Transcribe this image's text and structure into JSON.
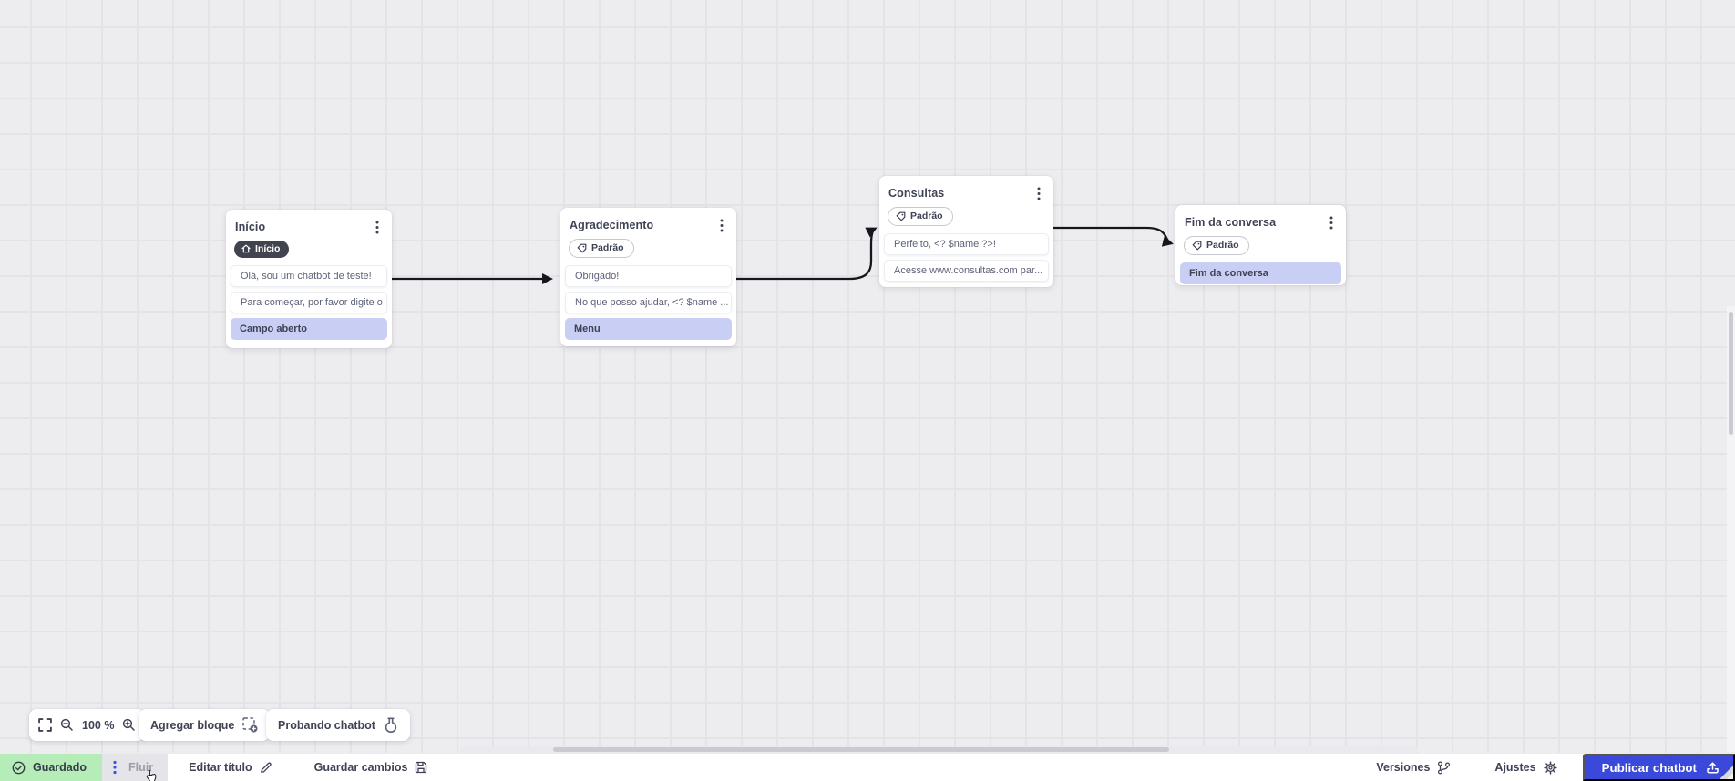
{
  "canvas": {
    "nodes": [
      {
        "title": "Início",
        "badge": {
          "icon": "home-icon",
          "label": "Início",
          "style": "dark"
        },
        "items": [
          {
            "text": "Olá, sou um chatbot de teste!",
            "type": "message"
          },
          {
            "text": "Para começar, por favor digite o ...",
            "type": "message"
          },
          {
            "text": "Campo aberto",
            "type": "action"
          }
        ]
      },
      {
        "title": "Agradecimento",
        "badge": {
          "icon": "tag-icon",
          "label": "Padrão",
          "style": "outline"
        },
        "items": [
          {
            "text": "Obrigado!",
            "type": "message"
          },
          {
            "text": "No que posso ajudar, <? $name ...",
            "type": "message"
          },
          {
            "text": "Menu",
            "type": "action"
          }
        ]
      },
      {
        "title": "Consultas",
        "badge": {
          "icon": "tag-icon",
          "label": "Padrão",
          "style": "outline"
        },
        "items": [
          {
            "text": "Perfeito, <? $name ?>!",
            "type": "message"
          },
          {
            "text": "Acesse www.consultas.com par...",
            "type": "message"
          }
        ]
      },
      {
        "title": "Fim da conversa",
        "badge": {
          "icon": "tag-icon",
          "label": "Padrão",
          "style": "outline"
        },
        "items": [
          {
            "text": "Fim da conversa",
            "type": "action"
          }
        ]
      }
    ]
  },
  "canvas_toolbar": {
    "zoom_level": "100 %",
    "add_block_label": "Agregar bloque",
    "test_chatbot_label": "Probando chatbot"
  },
  "status_bar": {
    "saved_label": "Guardado",
    "flow_tab_label": "Fluir",
    "edit_title_label": "Editar título",
    "save_changes_label": "Guardar cambios",
    "versions_label": "Versiones",
    "settings_label": "Ajustes",
    "publish_label": "Publicar chatbot"
  },
  "icons": [
    "home-icon",
    "tag-icon",
    "kebab-icon",
    "fullscreen-icon",
    "zoom-out-icon",
    "zoom-in-icon",
    "add-block-icon",
    "flask-icon",
    "check-circle-icon",
    "drag-dots-icon",
    "pencil-icon",
    "save-icon",
    "branch-icon",
    "gear-icon",
    "upload-icon",
    "hand-cursor-icon"
  ],
  "colors": {
    "accent_blue": "#3a49da",
    "item_purple": "#c8cef4",
    "saved_green": "#b6ecb8",
    "badge_dark": "#41434e",
    "connector": "#16171c",
    "canvas_bg": "#ededf0"
  }
}
